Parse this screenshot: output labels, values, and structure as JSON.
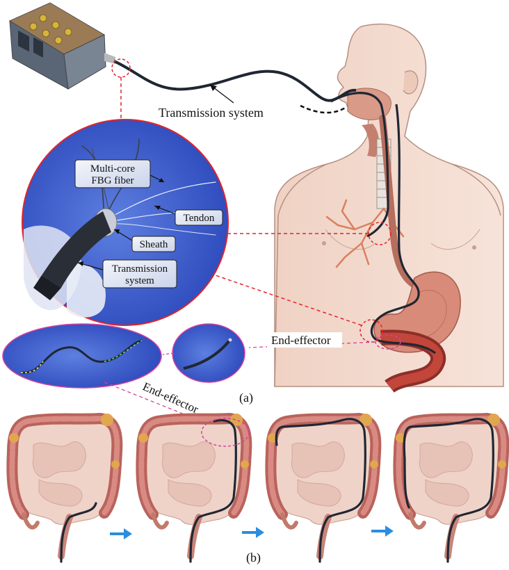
{
  "labels": {
    "transmission_system_top": "Transmission system",
    "multi_core_line1": "Multi-core",
    "multi_core_line2": "FBG fiber",
    "tendon": "Tendon",
    "sheath": "Sheath",
    "transmission_line1": "Transmission",
    "transmission_line2": "system",
    "end_effector_right": "End-effector",
    "end_effector_diagonal": "End-effector",
    "caption_a": "(a)",
    "caption_b": "(b)"
  },
  "colors": {
    "callout_red": "#e0242c",
    "callout_magenta": "#d9409e",
    "inset_blue": "#2f56c6",
    "arrow_blue": "#2b8de0",
    "skin": "#f3d9cc",
    "colon_wall": "#c86d66",
    "stomach": "#d88b78",
    "cable": "#1f2733"
  },
  "icons": [
    "arrow-right-icon",
    "arrow-right-icon",
    "arrow-right-icon"
  ]
}
